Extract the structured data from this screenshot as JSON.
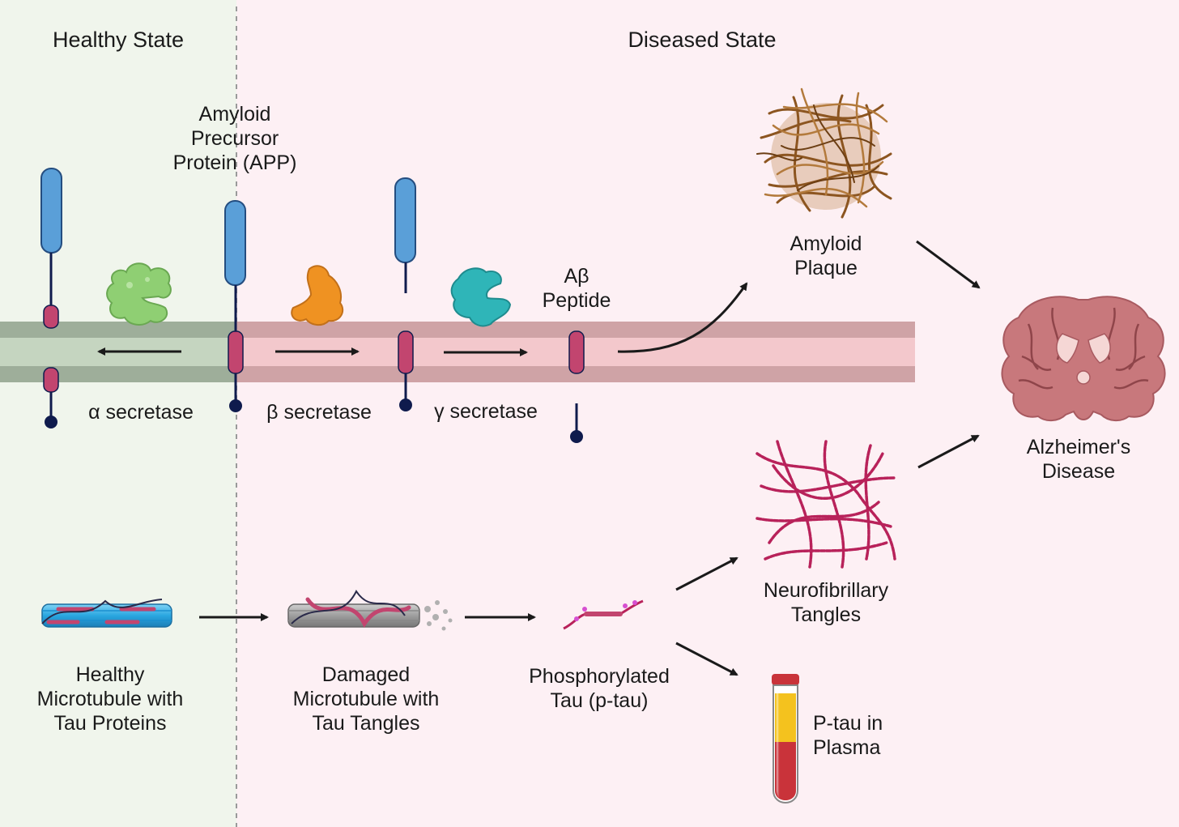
{
  "panels": {
    "healthy_title": "Healthy State",
    "diseased_title": "Diseased State"
  },
  "labels": {
    "app": "Amyloid\nPrecursor\nProtein (APP)",
    "alpha_secretase": "α secretase",
    "beta_secretase": "β secretase",
    "gamma_secretase": "γ secretase",
    "ab_peptide": "Aβ\nPeptide",
    "amyloid_plaque": "Amyloid\nPlaque",
    "alzheimers": "Alzheimer's\nDisease",
    "nft": "Neurofibrillary\nTangles",
    "healthy_mt": "Healthy\nMicrotubule with\nTau Proteins",
    "damaged_mt": "Damaged\nMicrotubule with\nTau Tangles",
    "ptau": "Phosphorylated\nTau (p-tau)",
    "plasma": "P-tau in\nPlasma"
  },
  "colors": {
    "healthy_bg": "#f0f5ec",
    "diseased_bg": "#fdf0f4",
    "membrane_healthy_dark": "#9eae9a",
    "membrane_healthy_light": "#c5d5c0",
    "membrane_diseased_dark": "#cfa3a6",
    "membrane_diseased_light": "#f3c8cc",
    "app_blue": "#5a9fd8",
    "app_blue_stroke": "#244d80",
    "tm_segment": "#c2456f",
    "navy": "#0f1b4d",
    "alpha_enzyme": "#8fcf73",
    "beta_enzyme": "#ef9222",
    "gamma_enzyme": "#2fb5b8",
    "plaque": "#a56a2e",
    "tangle": "#b8225a",
    "brain": "#c8787c",
    "blood_yellow": "#f4c21e",
    "blood_red": "#c9333a",
    "microtubule_healthy": "#2aa6e0",
    "microtubule_damaged": "#9e9e9e"
  },
  "icons": [
    "app-protein-icon",
    "alpha-secretase-enzyme-icon",
    "beta-secretase-enzyme-icon",
    "gamma-secretase-enzyme-icon",
    "amyloid-plaque-icon",
    "neurofibrillary-tangles-icon",
    "brain-coronal-section-icon",
    "blood-tube-icon",
    "microtubule-icon",
    "arrow-icon"
  ]
}
